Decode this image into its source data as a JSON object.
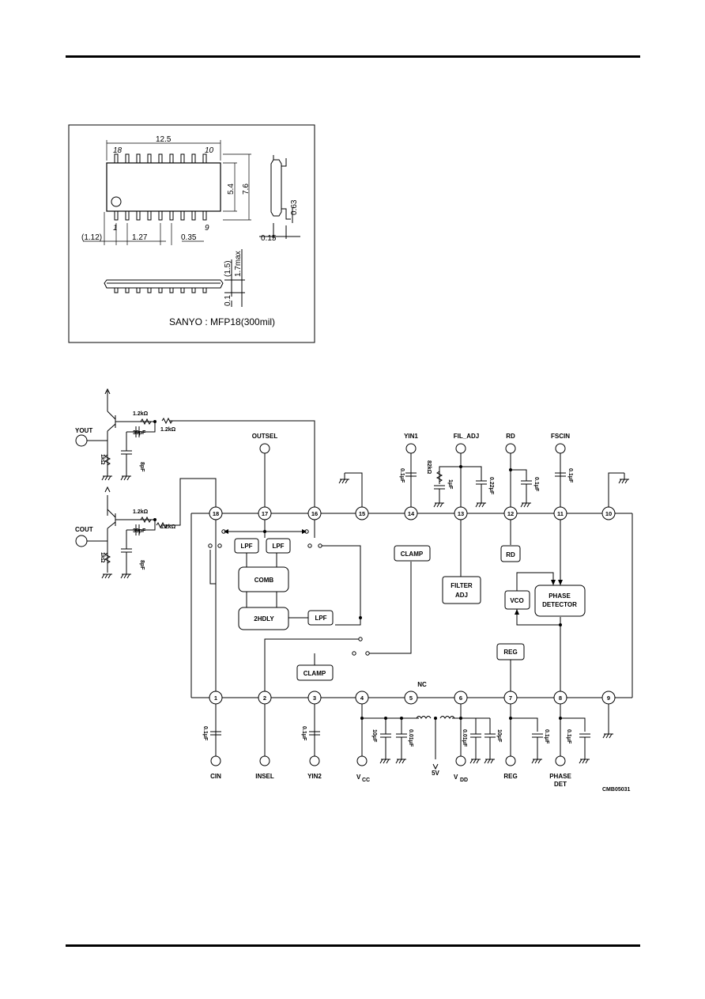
{
  "package": {
    "dims": {
      "length": "12.5",
      "pin_first_top": "18",
      "pin_last_top": "10",
      "pin_first_bottom": "1",
      "pin_last_bottom": "9",
      "body_width": "5.4",
      "overall_width": "7.6",
      "lead_len": "0.63",
      "end_offset": "(1.12)",
      "pitch": "1.27",
      "lead_width": "0.35",
      "lead_thick": "0.15",
      "body_height": "(1.5)",
      "max_height": "1.7max",
      "standoff": "0.1"
    },
    "caption": "SANYO : MFP18(300mil)"
  },
  "circuit": {
    "pins_top": [
      "18",
      "17",
      "16",
      "15",
      "14",
      "13",
      "12",
      "11",
      "10"
    ],
    "pins_bottom": [
      "1",
      "2",
      "3",
      "4",
      "5",
      "6",
      "7",
      "8",
      "9"
    ],
    "top_labels": {
      "outsel": "OUTSEL",
      "yin1": "YIN1",
      "fil_adj": "FIL_ADJ",
      "rd": "RD",
      "fscin": "FSCIN"
    },
    "bottom_labels": {
      "cin": "CIN",
      "insel": "INSEL",
      "yin2": "YIN2",
      "vcc": "V",
      "vcc_sub": "CC",
      "five_v": "5V",
      "vdd": "V",
      "vdd_sub": "DD",
      "reg": "REG",
      "phase": "PHASE",
      "det": "DET",
      "nc": "NC"
    },
    "outputs": {
      "yout": "YOUT",
      "cout": "COUT",
      "r1": "1.2kΩ",
      "r2": "1.2kΩ",
      "cpf": "39pF",
      "cpf2": "8pF",
      "rload": "1kΩ"
    },
    "blocks": {
      "lpf": "LPF",
      "comb": "COMB",
      "hdly": "2HDLY",
      "clamp": "CLAMP",
      "filter": "FILTER",
      "adj": "ADJ",
      "rd": "RD",
      "vco": "VCO",
      "phase": "PHASE",
      "detector": "DETECTOR",
      "reg": "REG"
    },
    "caps": {
      "c01": "0.1μF",
      "c1": "1μF",
      "c22": "0.22μF",
      "c10": "10μF",
      "c001": "0.01μF",
      "r82": "82kΩ"
    },
    "code": "CMB05031"
  }
}
